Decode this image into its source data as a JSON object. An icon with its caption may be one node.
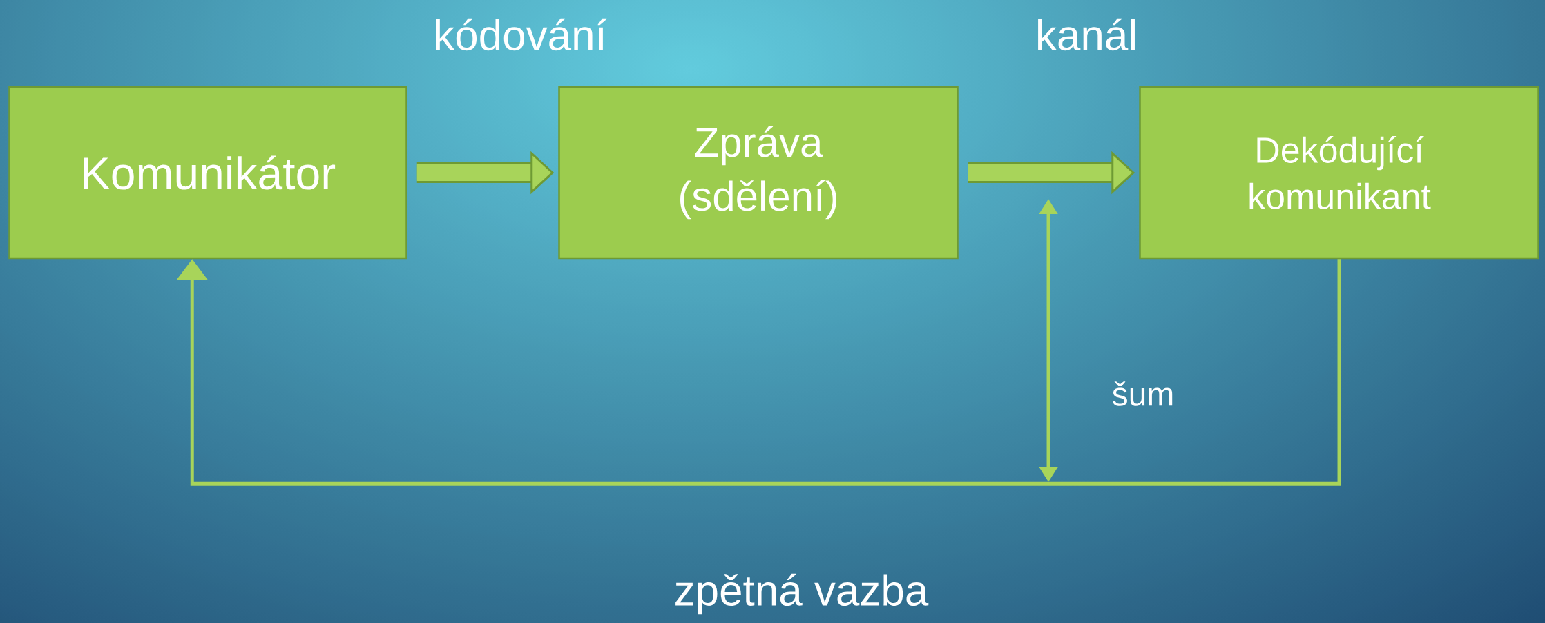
{
  "diagram": {
    "nodes": [
      {
        "text": [
          "Komunikátor"
        ]
      },
      {
        "text": [
          "Zpráva (sdělení)"
        ]
      },
      {
        "text": [
          "Dekódující komunikant"
        ]
      }
    ],
    "edges": [
      {
        "from": 0,
        "to": 1,
        "arrow": "to"
      },
      {
        "from": 1,
        "to": 2,
        "arrow": "to"
      },
      {
        "from": 2,
        "to": 0,
        "arrow": "to"
      }
    ],
    "labels": [
      "kódování",
      "kanál",
      "šum",
      "zpětná vazba"
    ]
  }
}
